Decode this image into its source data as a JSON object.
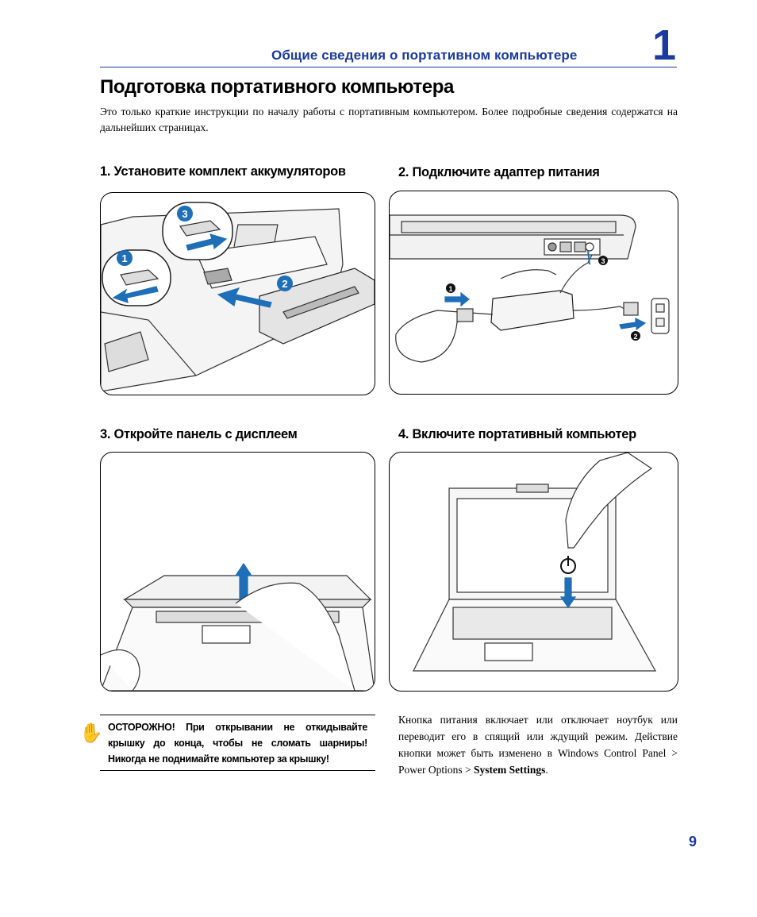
{
  "header": {
    "chapter_title": "Общие сведения о портативном компьютере",
    "chapter_number": "1"
  },
  "page_title": "Подготовка портативного компьютера",
  "intro": "Это только краткие инструкции по началу работы с портативным компьютером. Более подробные сведения содержатся на дальнейших страницах.",
  "steps": [
    {
      "heading": "1. Установите комплект аккумуляторов",
      "markers": [
        "1",
        "2",
        "3"
      ]
    },
    {
      "heading": "2. Подключите адаптер питания",
      "markers": [
        "1",
        "2",
        "3"
      ]
    },
    {
      "heading": "3. Откройте панель с дисплеем"
    },
    {
      "heading": "4. Включите портативный компьютер"
    }
  ],
  "warning": {
    "icon": "raised-hand-icon",
    "text": "ОСТОРОЖНО! При открывании не откидывайте крышку до конца, чтобы не сломать шарниры! Никогда не поднимайте компьютер за крышку!"
  },
  "power_note": {
    "text": "Кнопка питания включает или отключает ноутбук или переводит его в спящий или ждущий режим. Действие кнопки может быть изменено в Windows Control Panel > Power Options > ",
    "bold": "System Settings",
    "end": "."
  },
  "page_number": "9",
  "colors": {
    "accent": "#1a3aa0",
    "arrow": "#1f6fb8"
  }
}
